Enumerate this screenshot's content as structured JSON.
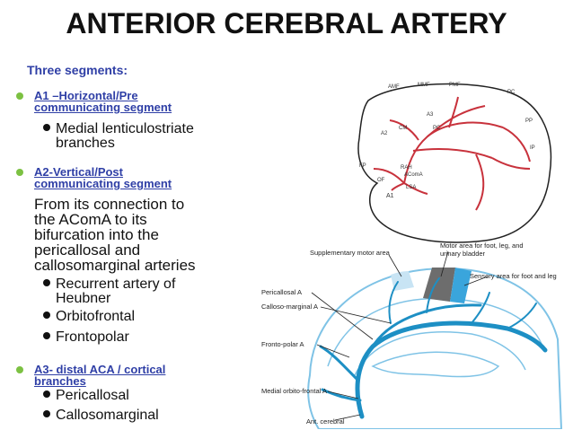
{
  "title": "ANTERIOR CEREBRAL ARTERY",
  "subtitle": "Three segments:",
  "a1": {
    "heading_line1": "A1 –Horizontal/Pre",
    "heading_line2": "communicating segment",
    "items": [
      {
        "line1": "Medial lenticulostriate",
        "line2": "branches"
      }
    ]
  },
  "a2": {
    "heading_line1": "A2-Vertical/Post",
    "heading_line2": "communicating segment",
    "paragraph": [
      "From its connection to",
      "the AComA to  its",
      "bifurcation into the",
      "pericallosal and",
      "callosomarginal arteries"
    ],
    "items": [
      {
        "line1": "Recurrent artery of",
        "line2": "Heubner"
      },
      {
        "line1": "Orbitofrontal",
        "line2": ""
      },
      {
        "line1": "Frontopolar",
        "line2": ""
      }
    ]
  },
  "a3": {
    "heading_line1": "A3- distal ACA / cortical",
    "heading_line2": "branches",
    "items": [
      {
        "line1": "Pericallosal",
        "line2": ""
      },
      {
        "line1": "Callosomarginal",
        "line2": ""
      }
    ]
  },
  "top_figure": {
    "labels": [
      "AMF",
      "MMF",
      "PMF",
      "PC",
      "A3",
      "CM",
      "A2",
      "PC",
      "PP",
      "IP",
      "FP",
      "RAH",
      "AComA",
      "OF",
      "LSA",
      "A1"
    ]
  },
  "bottom_figure": {
    "labels": {
      "supplementary": "Supplementary motor area",
      "motor_line1": "Motor area for foot, leg, and",
      "motor_line2": "urinary bladder",
      "sensory": "Sensory area for foot and leg",
      "pericallosal": "Pericallosal A",
      "callosomarginal": "Calloso-marginal A",
      "frontopolar": "Fronto-polar A",
      "orbitofrontal": "Medial orbito-frontal A",
      "ant_cerebral": "Ant. cerebral"
    }
  },
  "colors": {
    "heading": "#2f3fa6",
    "bullet_green": "#7cc142",
    "artery_red": "#c8323c",
    "artery_blue": "#1d8fc4",
    "brain_line_blue": "#7fc3e6",
    "motor_gray": "#6d6d6d",
    "sensory_blue": "#3aa5dc",
    "supp_light": "#c8e4f4"
  }
}
